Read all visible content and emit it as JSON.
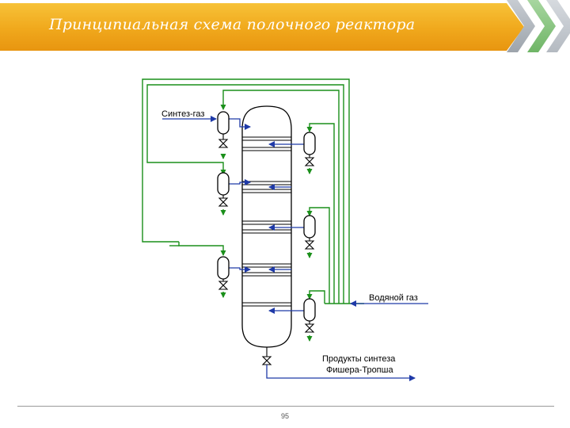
{
  "header": {
    "title": "Принципиальная схема полочного реактора",
    "colors": {
      "banner": "#f0a81c",
      "title_text": "#ffffff"
    }
  },
  "diagram": {
    "labels": {
      "synthesis_gas": "Синтез-газ",
      "water_gas": "Водяной газ",
      "products_line1": "Продукты синтеза",
      "products_line2": "Фишера-Тропша"
    },
    "colors": {
      "gas_lines": "#1a8f1a",
      "feed_arrows": "#1f3aa8",
      "equipment": "#000000"
    }
  },
  "footer": {
    "page_number": "95"
  }
}
